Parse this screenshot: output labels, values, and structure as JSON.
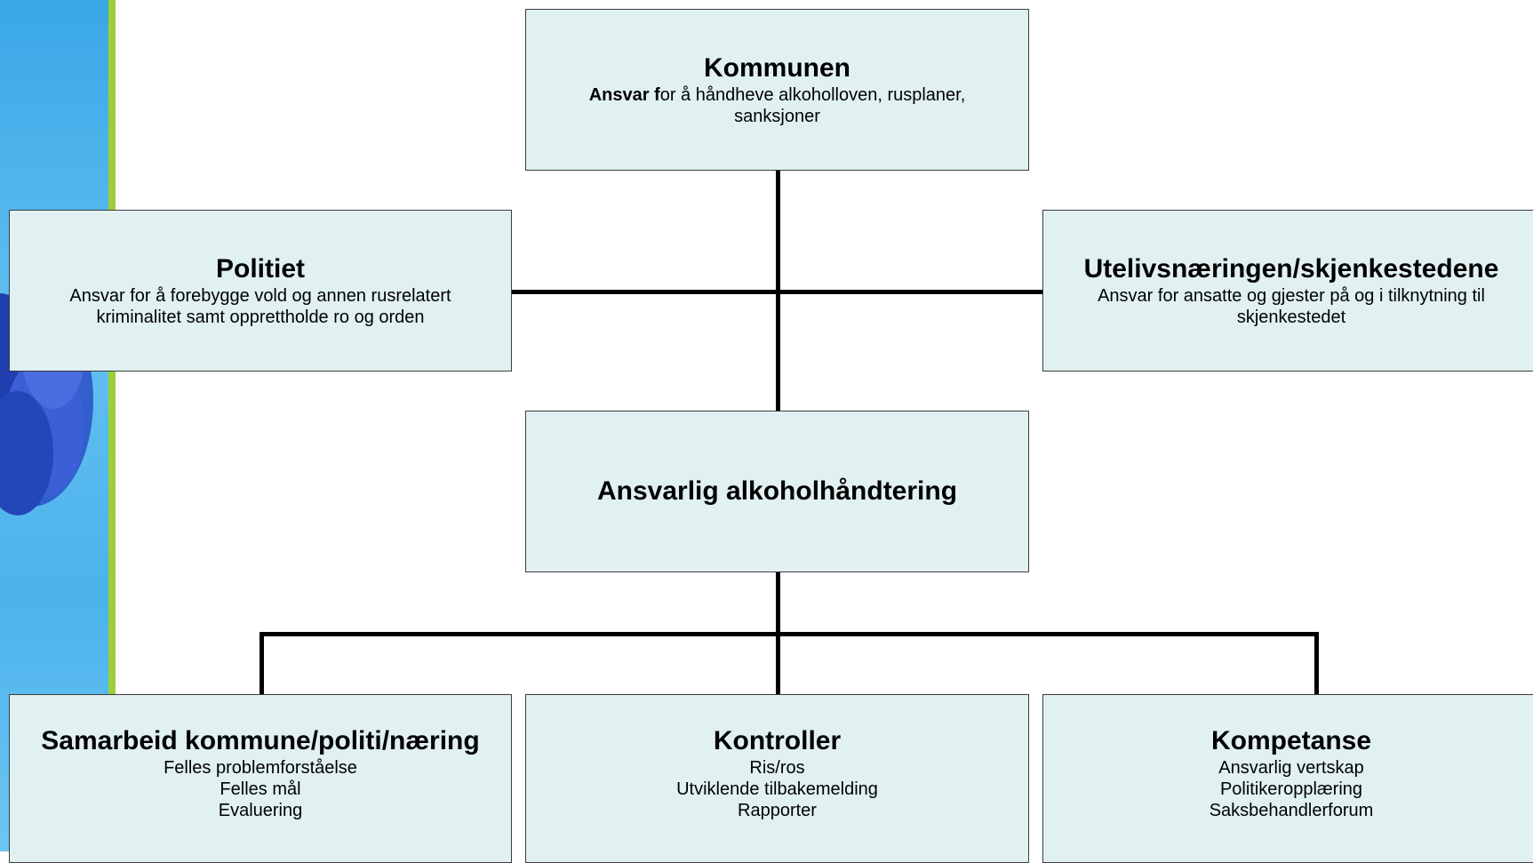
{
  "colors": {
    "box_fill": "#e1f1f2",
    "sidebar_blue": "#4bb2ec",
    "sidebar_accent": "#9dcf3a",
    "flower": "#2a4fc4"
  },
  "nodes": {
    "top": {
      "title": "Kommunen",
      "desc_bold": "Ansvar f",
      "desc_rest": "or å håndheve alkoholloven, rusplaner,",
      "desc_line2": "sanksjoner"
    },
    "left": {
      "title": "Politiet",
      "lines": [
        "Ansvar for å forebygge vold og annen rusrelatert",
        "kriminalitet samt opprettholde ro og orden"
      ]
    },
    "right": {
      "title": "Utelivsnæringen/skjenkestedene",
      "lines": [
        "Ansvar for ansatte og gjester på og i tilknytning til",
        "skjenkestedet"
      ]
    },
    "center": {
      "title": "Ansvarlig alkoholhåndtering"
    },
    "bottom_left": {
      "title": "Samarbeid kommune/politi/næring",
      "lines": [
        "Felles problemforståelse",
        "Felles mål",
        "Evaluering"
      ]
    },
    "bottom_center": {
      "title": "Kontroller",
      "lines": [
        "Ris/ros",
        "Utviklende tilbakemelding",
        "Rapporter"
      ]
    },
    "bottom_right": {
      "title": "Kompetanse",
      "lines": [
        "Ansvarlig vertskap",
        "Politikeropplæring",
        "Saksbehandlerforum"
      ]
    }
  }
}
